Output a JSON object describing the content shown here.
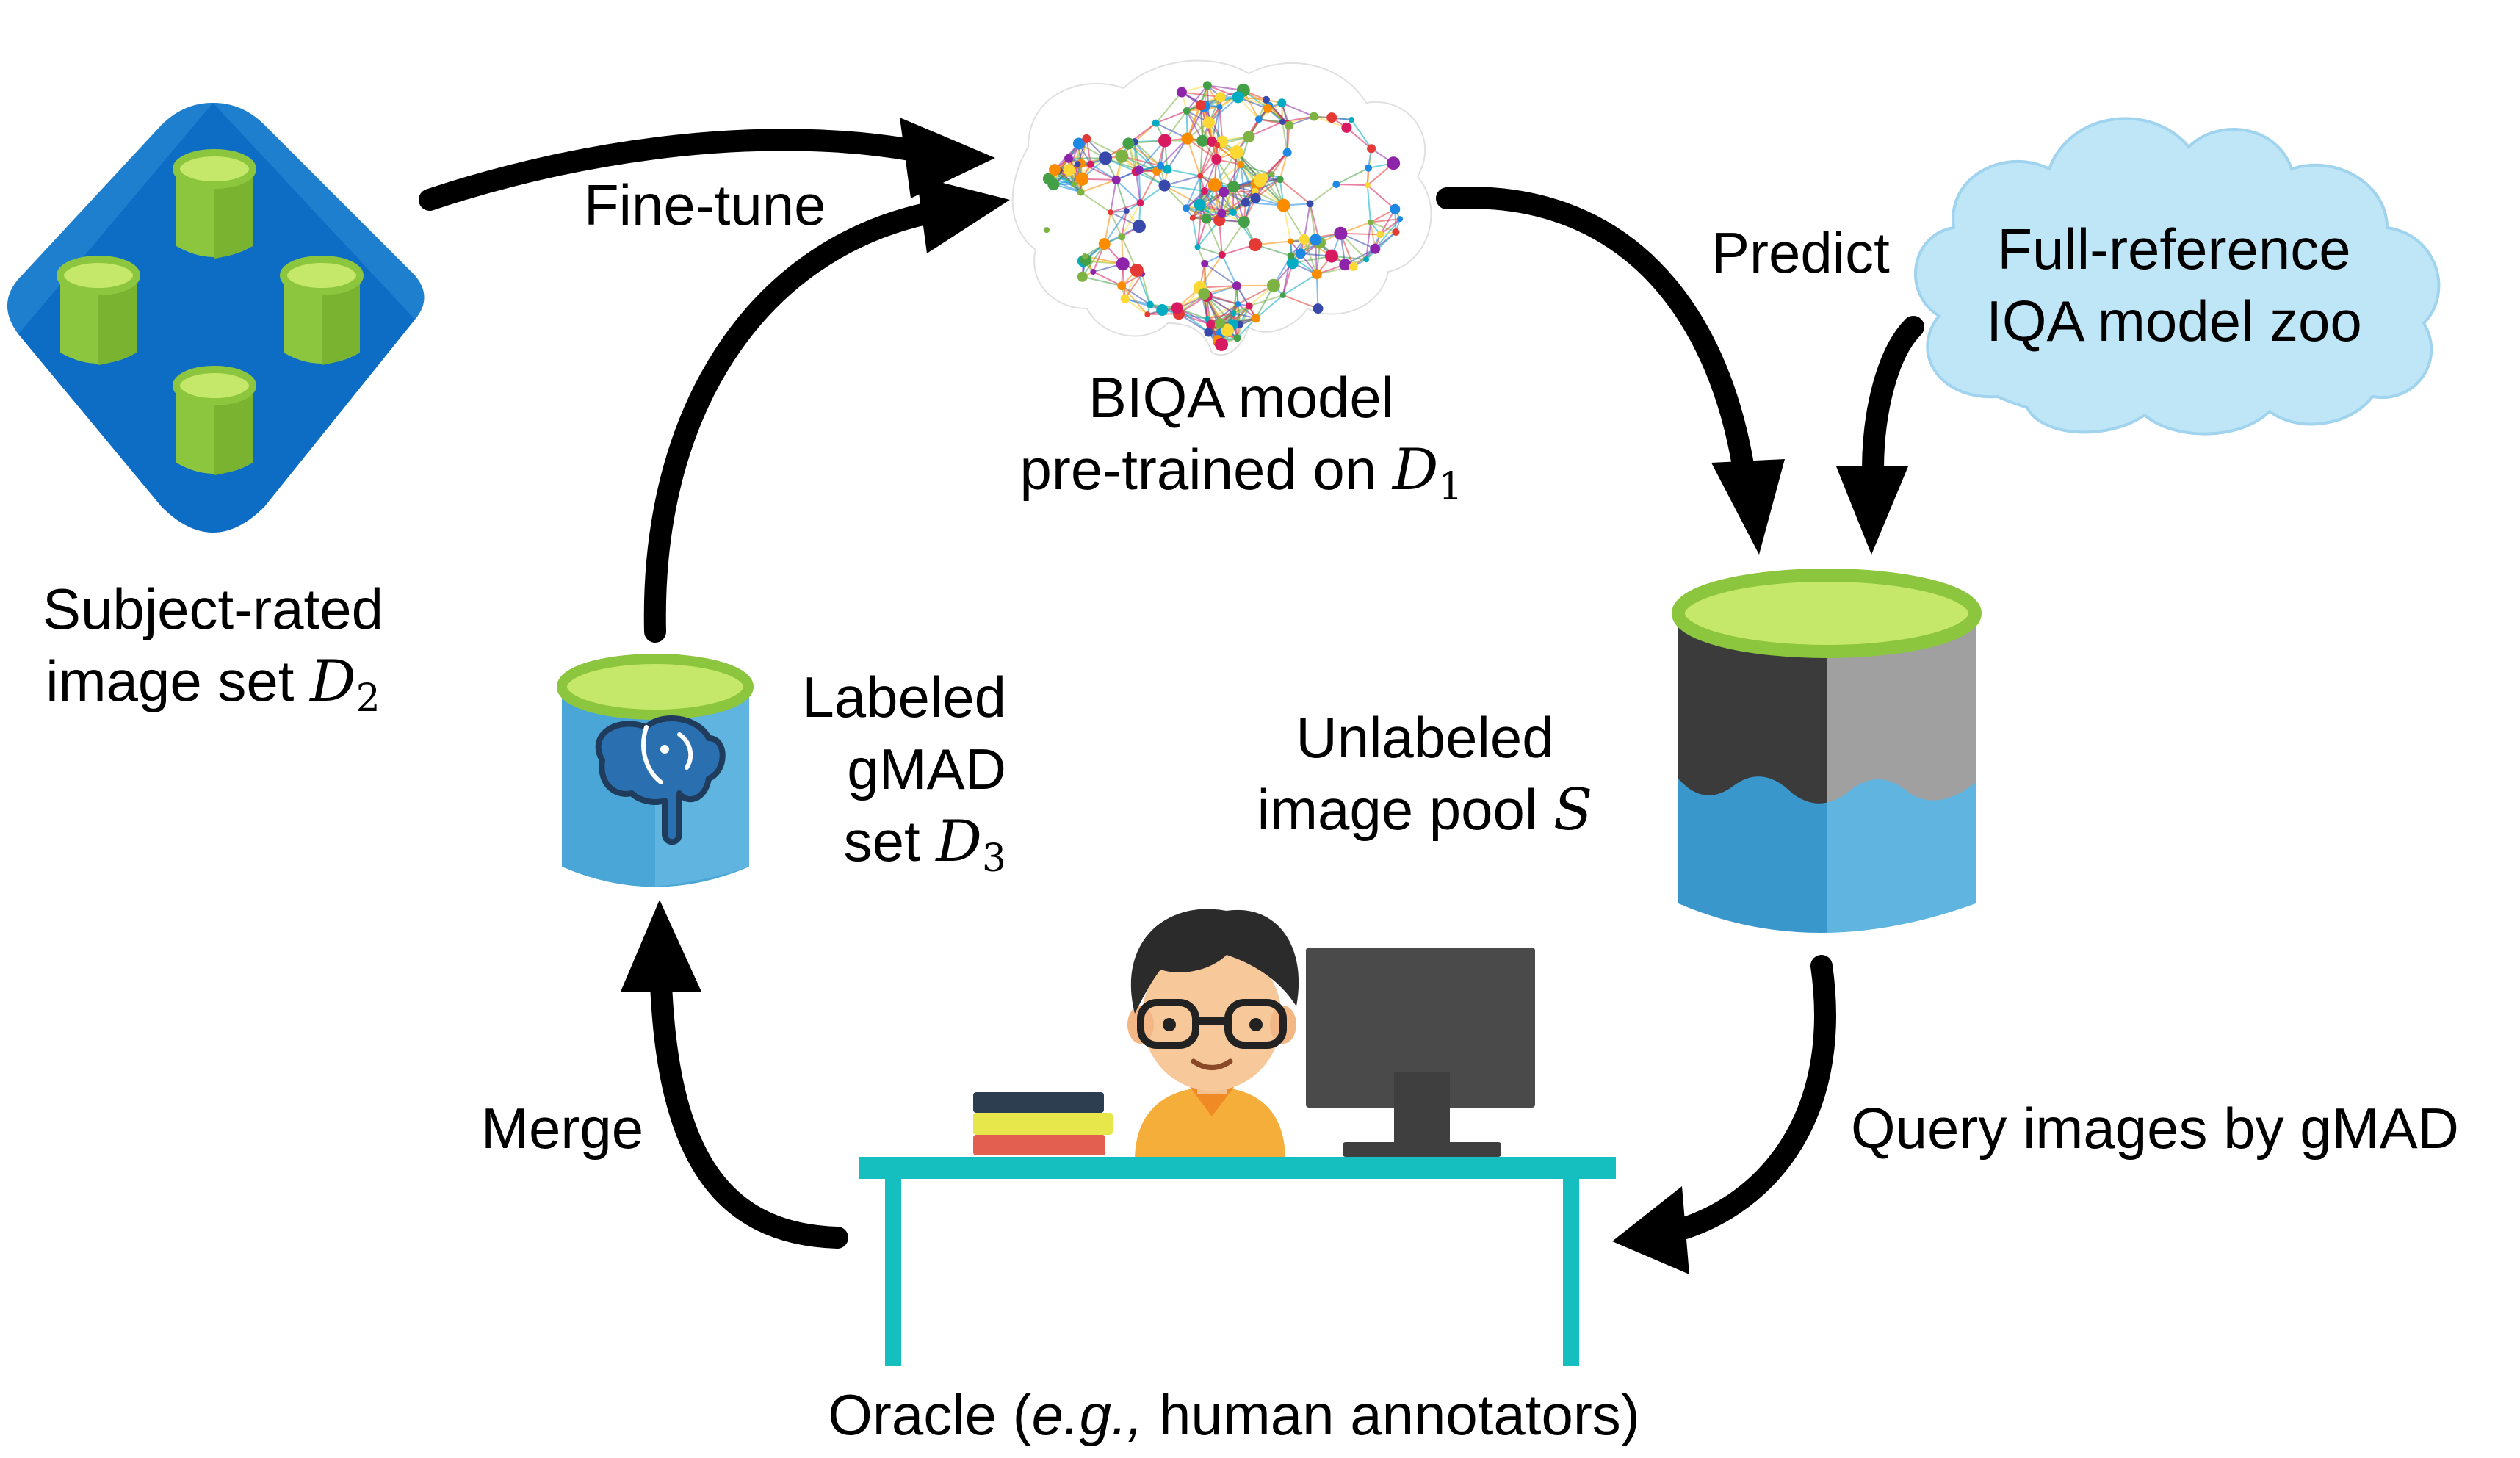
{
  "labels": {
    "fine_tune": "Fine-tune",
    "predict": "Predict",
    "merge": "Merge",
    "query": "Query images by gMAD",
    "subject_rated_line1": "Subject-rated",
    "subject_rated_line2": "image set",
    "subject_rated_symbol": "D",
    "subject_rated_subscript": "2",
    "biqa_line1": "BIQA model",
    "biqa_line2": "pre-trained on",
    "biqa_symbol": "D",
    "biqa_subscript": "1",
    "full_ref_line1": "Full-reference",
    "full_ref_line2": "IQA model zoo",
    "labeled_line1": "Labeled",
    "labeled_line2": "gMAD",
    "labeled_line3": "set",
    "labeled_symbol": "D",
    "labeled_subscript": "3",
    "unlabeled_line1": "Unlabeled",
    "unlabeled_line2": "image pool",
    "unlabeled_symbol": "S",
    "oracle_prefix": "Oracle (",
    "oracle_italic": "e.g.,",
    "oracle_suffix": " human annotators)"
  },
  "icons": {
    "dataset": "database-diamond-icon",
    "brain": "neural-network-brain-icon",
    "cloud": "cloud-icon",
    "labeled_db": "database-elephant-icon",
    "unlabeled_db": "database-cylinder-icon",
    "annotator": "person-at-desk-icon",
    "monitor": "computer-monitor-icon",
    "books": "book-stack-icon"
  },
  "colors": {
    "diamond_blue": "#0d6cc4",
    "diamond_light": "#2f8fd8",
    "cylinder_green": "#8cc63f",
    "cylinder_top": "#c6e86a",
    "cloud_fill": "#bfe6f7",
    "cloud_stroke": "#9fd3ee",
    "db_dark": "#3b3b3b",
    "db_gray": "#9e9e9e",
    "db_blue": "#3a9ad0",
    "db_blue_light": "#5fb5e0",
    "desk_teal": "#16bfbf",
    "monitor_gray": "#4a4a4a",
    "arrow": "#000000"
  }
}
